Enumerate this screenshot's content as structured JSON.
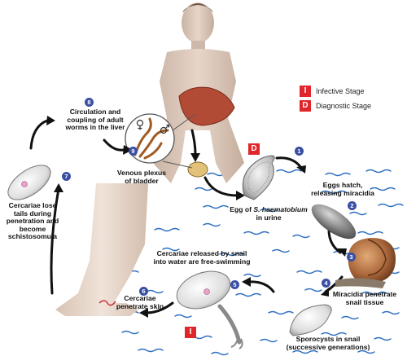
{
  "legend": {
    "infective": {
      "code": "I",
      "label": "Infective Stage"
    },
    "diagnostic": {
      "code": "D",
      "label": "Diagnostic Stage"
    }
  },
  "stages": [
    {
      "num": "1",
      "lines": [
        "Eggs hatch,",
        "releasing miracidia"
      ]
    },
    {
      "num": "2",
      "lines": []
    },
    {
      "num": "3",
      "lines": [
        "Miracidia penetrate",
        "snail tissue"
      ]
    },
    {
      "num": "4",
      "lines": [
        "Sporocysts in snail",
        "(successive generations)"
      ]
    },
    {
      "num": "5",
      "lines": [
        "Cercariae released by snail",
        "into water are free-swimming"
      ]
    },
    {
      "num": "6",
      "lines": [
        "Cercariae",
        "penetrate skin"
      ]
    },
    {
      "num": "7",
      "lines": [
        "Cercariae lose",
        "tails during",
        "penetration and",
        "become",
        "schistosomula"
      ]
    },
    {
      "num": "8",
      "lines": [
        "Circulation and",
        "coupling of adult",
        "worms in the liver"
      ]
    },
    {
      "num": "9",
      "lines": []
    }
  ],
  "labels": {
    "venous": [
      "Venous plexus",
      "of bladder"
    ],
    "egg_prefix": "Egg of ",
    "egg_species": "S. haematobium",
    "egg_suffix": "in urine"
  },
  "badges": {
    "diagnostic": "D",
    "infective": "I"
  },
  "colors": {
    "accent_red": "#e0262b",
    "number_blue": "#3a4fa3",
    "water_blue": "#2f6fc0"
  },
  "icons": [
    "female-symbol",
    "male-symbol"
  ]
}
